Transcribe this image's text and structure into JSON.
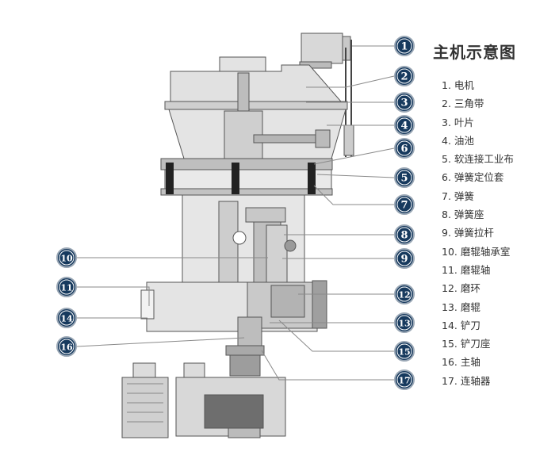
{
  "title": "主机示意图",
  "legend": [
    {
      "num": "1",
      "label": "电机"
    },
    {
      "num": "2",
      "label": "三角带"
    },
    {
      "num": "3",
      "label": "叶片"
    },
    {
      "num": "4",
      "label": "油池"
    },
    {
      "num": "5",
      "label": "软连接工业布"
    },
    {
      "num": "6",
      "label": "弹簧定位套"
    },
    {
      "num": "7",
      "label": "弹簧"
    },
    {
      "num": "8",
      "label": "弹簧座"
    },
    {
      "num": "9",
      "label": "弹簧拉杆"
    },
    {
      "num": "10",
      "label": "磨辊轴承室"
    },
    {
      "num": "11",
      "label": "磨辊轴"
    },
    {
      "num": "12",
      "label": "磨环"
    },
    {
      "num": "13",
      "label": "磨辊"
    },
    {
      "num": "14",
      "label": "铲刀"
    },
    {
      "num": "15",
      "label": "铲刀座"
    },
    {
      "num": "16",
      "label": "主轴"
    },
    {
      "num": "17",
      "label": "连轴器"
    }
  ],
  "colors": {
    "callout_fill": "#173a5e",
    "machine_fill": "#dcdcdc",
    "machine_dark": "#9a9a9a",
    "leader": "#8a8a8a"
  }
}
